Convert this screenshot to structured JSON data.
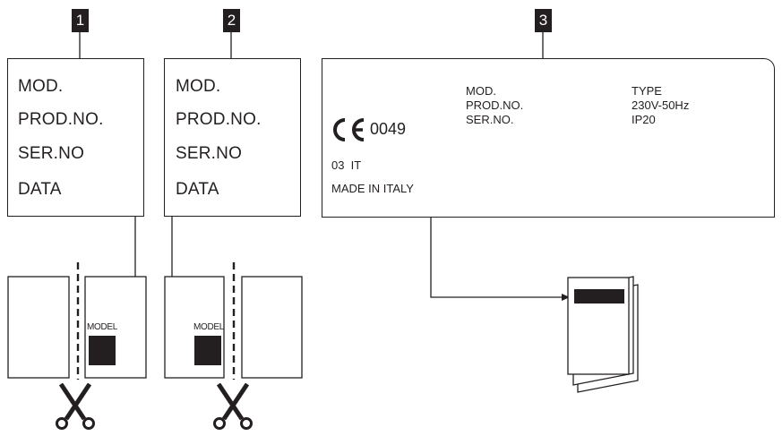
{
  "labels": [
    {
      "badge": "1",
      "lines": [
        "MOD.",
        "PROD.NO.",
        "SER.NO",
        "DATA"
      ]
    },
    {
      "badge": "2",
      "lines": [
        "MOD.",
        "PROD.NO.",
        "SER.NO",
        "DATA"
      ]
    }
  ],
  "label3": {
    "badge": "3",
    "ce_number": "0049",
    "year_country": "03  IT",
    "made_in": "MADE IN ITALY",
    "col1": [
      "MOD.",
      "PROD.NO.",
      "SER.NO."
    ],
    "col2": [
      "TYPE",
      "230V-50Hz",
      "IP20"
    ]
  },
  "stickers": [
    {
      "text": "MODEL"
    },
    {
      "text": "MODEL"
    }
  ]
}
